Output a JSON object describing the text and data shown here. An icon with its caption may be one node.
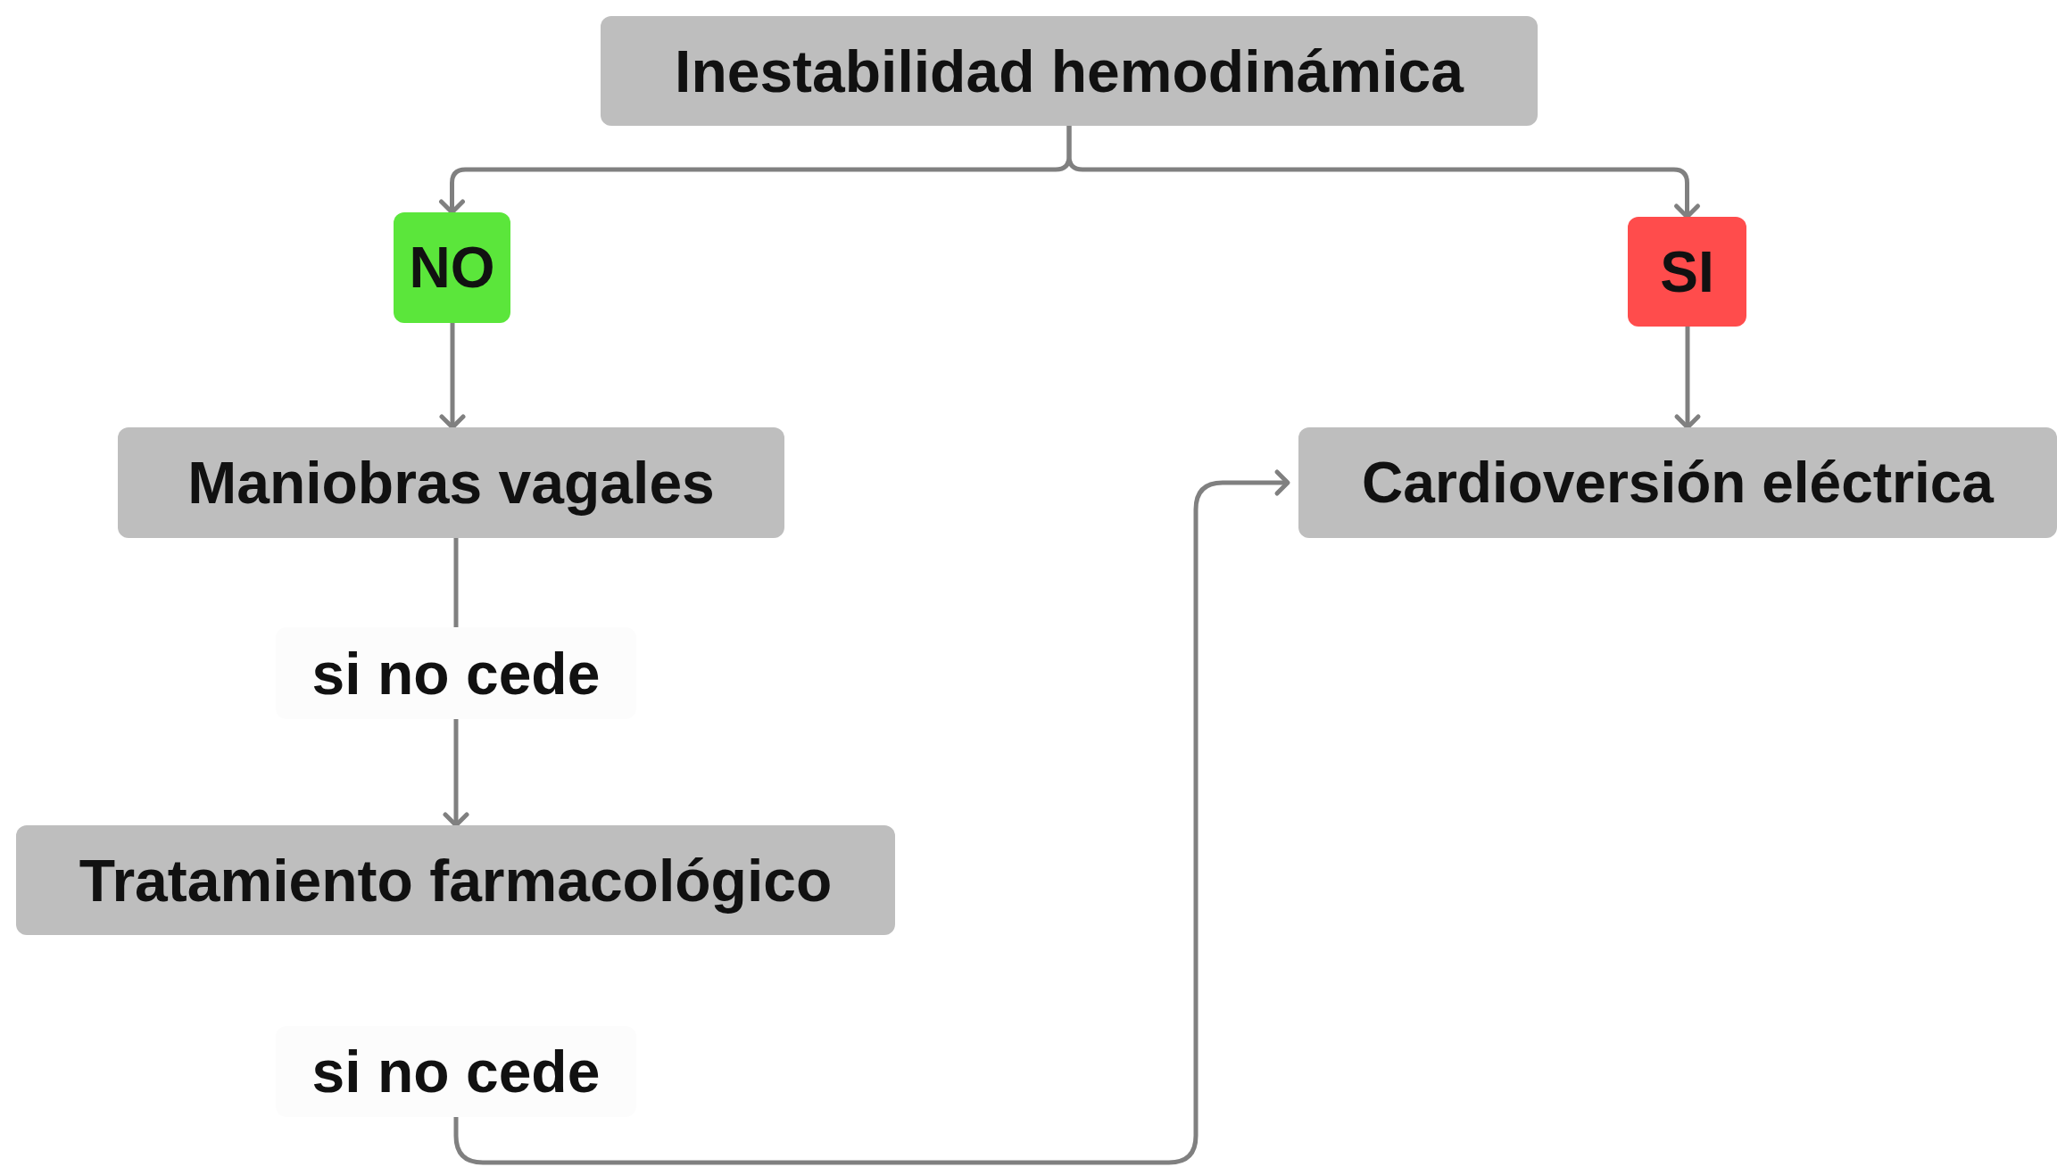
{
  "diagram": {
    "nodes": [
      {
        "text": [
          "Inestabilidad hemodinámica"
        ]
      },
      {
        "text": [
          "NO"
        ]
      },
      {
        "text": [
          "SI"
        ]
      },
      {
        "text": [
          "Maniobras vagales"
        ]
      },
      {
        "text": [
          "si no cede"
        ]
      },
      {
        "text": [
          "Tratamiento farmacológico"
        ]
      },
      {
        "text": [
          "si no cede"
        ]
      },
      {
        "text": [
          "Cardioversión eléctrica"
        ]
      }
    ],
    "edges": [
      {
        "from": 0,
        "to": 1,
        "arrow": "to"
      },
      {
        "from": 0,
        "to": 2,
        "arrow": "to"
      },
      {
        "from": 1,
        "to": 3,
        "arrow": "to"
      },
      {
        "from": 2,
        "to": 7,
        "arrow": "to"
      },
      {
        "from": 3,
        "to": 4,
        "arrow": "none"
      },
      {
        "from": 4,
        "to": 5,
        "arrow": "to"
      },
      {
        "from": 6,
        "to": 7,
        "arrow": "to"
      }
    ]
  }
}
